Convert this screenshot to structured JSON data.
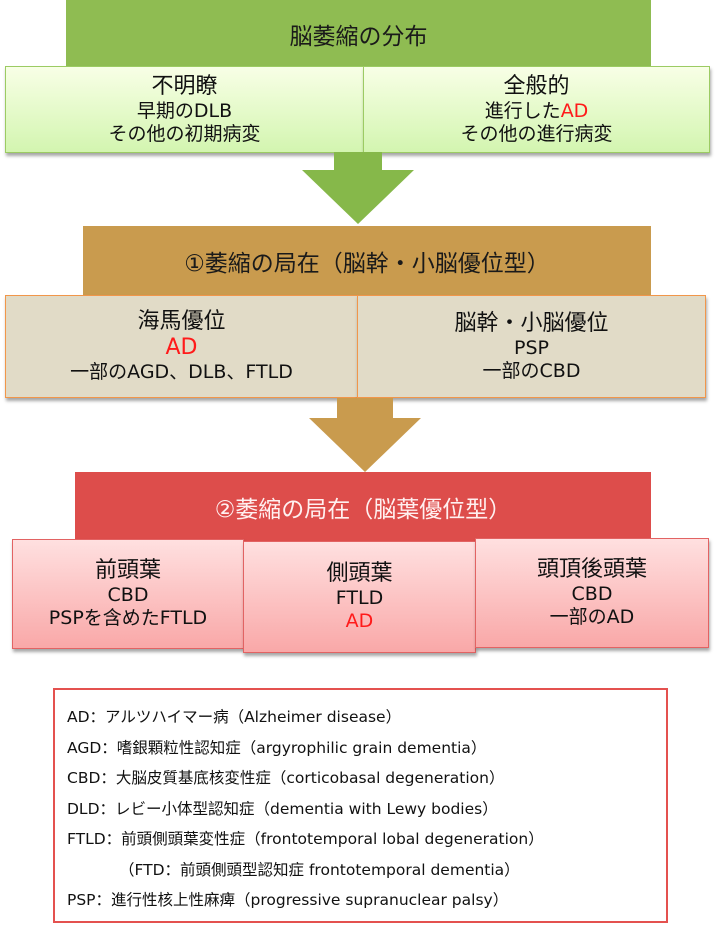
{
  "diagram": {
    "title": "脳萎縮の分布",
    "level0": {
      "boxes": [
        {
          "title": "不明瞭",
          "lines": [
            {
              "text": "早期のDLB"
            },
            {
              "text": "その他の初期病変"
            }
          ]
        },
        {
          "title": "全般的",
          "lines": [
            {
              "prefix": "進行した",
              "highlight": "AD"
            },
            {
              "text": "その他の進行病変"
            }
          ]
        }
      ]
    },
    "level1": {
      "header": "①萎縮の局在（脳幹・小脳優位型）",
      "boxes": [
        {
          "title": "海馬優位",
          "highlight": "AD",
          "line": "一部のAGD、DLB、FTLD"
        },
        {
          "title": "脳幹・小脳優位",
          "lines": [
            "PSP",
            "一部のCBD"
          ]
        }
      ]
    },
    "level2": {
      "header": "②萎縮の局在（脳葉優位型）",
      "boxes": [
        {
          "title": "前頭葉",
          "lines": [
            "CBD",
            "PSPを含めたFTLD"
          ]
        },
        {
          "title": "側頭葉",
          "line": "FTLD",
          "highlight": "AD"
        },
        {
          "title": "頭頂後頭葉",
          "lines": [
            "CBD",
            "一部のAD"
          ]
        }
      ]
    },
    "legend": [
      "AD：アルツハイマー病（Alzheimer disease）",
      "AGD：嗜銀顆粒性認知症（argyrophilic grain dementia）",
      "CBD：大脳皮質基底核変性症（corticobasal degeneration）",
      "DLD：レビー小体型認知症（dementia with Lewy bodies）",
      "FTLD：前頭側頭葉変性症（frontotemporal lobal degeneration）",
      "（FTD：前頭側頭型認知症  frontotemporal dementia）",
      "PSP：進行性核上性麻痺（progressive supranuclear palsy）"
    ],
    "colors": {
      "green": "#8fbc52",
      "brown": "#c99b4e",
      "red": "#dd4d4b",
      "highlight_text": "#ff1a1a"
    }
  }
}
